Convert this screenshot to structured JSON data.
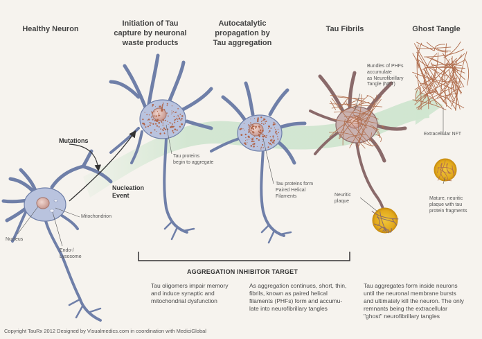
{
  "stages": [
    {
      "title": "Healthy Neuron"
    },
    {
      "title": "Initiation of Tau\ncapture by neuronal\nwaste products"
    },
    {
      "title": "Autocatalytic\npropagation by\nTau aggregation"
    },
    {
      "title": "Tau Fibrils"
    },
    {
      "title": "Ghost Tangle"
    }
  ],
  "events": {
    "mutations": "Mutations",
    "nucleation": "Nucleation\nEvent"
  },
  "labels": {
    "nucleus": "Nucleus",
    "mitochondrion": "Mitochondrion",
    "endo_lysosome": "Endo-/\nLysosome",
    "tau_aggregate": "Tau proteins\nbegin to aggregate",
    "tau_phf": "Tau proteins form\nPaired Helical\nFilaments",
    "phf_bundles": "Bundles of PHFs\naccumulate\nas Neurofibrillary\nTangle (NFT)",
    "neuritic_plaque": "Neuritic\nplaque",
    "extracellular_nft": "Extracellular NFT",
    "mature_plaque": "Mature, neuritic\nplaque with tau\nprotein fragments"
  },
  "target_label": "AGGREGATION INHIBITOR TARGET",
  "descriptions": [
    "Tau oligomers impair memory\nand induce synaptic and\nmitochondrial dysfunction",
    "As aggregation continues, short, thin,\nfibrils, known as paired helical\nfilaments (PHFs) form and accumu-\nlate into neurofibrillary tangles",
    "Tau aggregates form inside neurons\nuntil the neuronal membrane bursts\nand ultimately kill the neuron. The only\nremnants being the extracellular\n\"ghost\" neurofibrillary tangles"
  ],
  "footer": "Copyright TauRx 2012 Designed by Visualmedics.com in coordination with MediciGlobal",
  "colors": {
    "neuron_fill": "#b9c3de",
    "neuron_stroke": "#6f7fa8",
    "nucleus": "#d9b3ad",
    "arrow_band": "#cfe5cf",
    "tau_dots": "#b0654a",
    "fibril": "#b06e4e",
    "plaque": "#e3b21c"
  }
}
